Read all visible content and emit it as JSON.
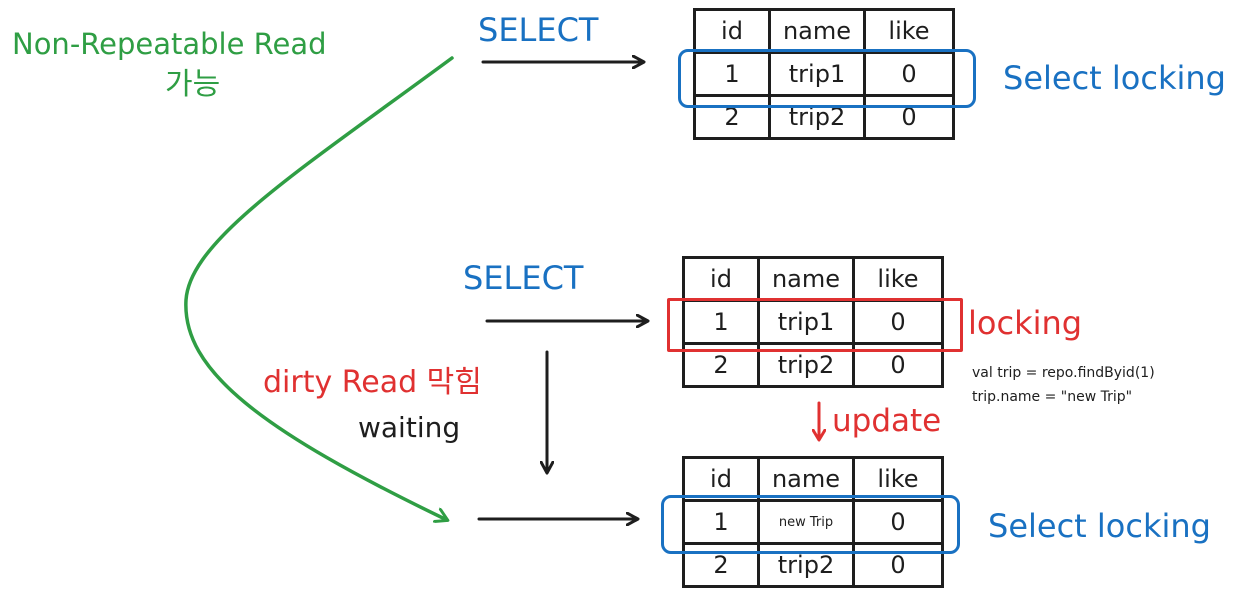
{
  "labels": {
    "non_repeatable": "Non-Repeatable Read",
    "non_repeatable_sub": "가능",
    "select_top": "SELECT",
    "select_mid": "SELECT",
    "select_locking_top": "Select locking",
    "locking": "locking",
    "code_line1": "val trip = repo.findByid(1)",
    "code_line2": "trip.name = \"new Trip\"",
    "update": "update",
    "dirty_read": "dirty Read 막힘",
    "waiting": "waiting",
    "select_locking_bottom": "Select locking"
  },
  "tables": {
    "top": {
      "header": [
        "id",
        "name",
        "like"
      ],
      "rows": [
        [
          "1",
          "trip1",
          "0"
        ],
        [
          "2",
          "trip2",
          "0"
        ]
      ]
    },
    "middle": {
      "header": [
        "id",
        "name",
        "like"
      ],
      "rows": [
        [
          "1",
          "trip1",
          "0"
        ],
        [
          "2",
          "trip2",
          "0"
        ]
      ]
    },
    "bottom": {
      "header": [
        "id",
        "name",
        "like"
      ],
      "rows": [
        [
          "1",
          "new Trip",
          "0"
        ],
        [
          "2",
          "trip2",
          "0"
        ]
      ]
    }
  },
  "colors": {
    "green": "#2f9e44",
    "blue": "#1971c2",
    "red": "#e03131",
    "ink": "#1e1e1e"
  }
}
